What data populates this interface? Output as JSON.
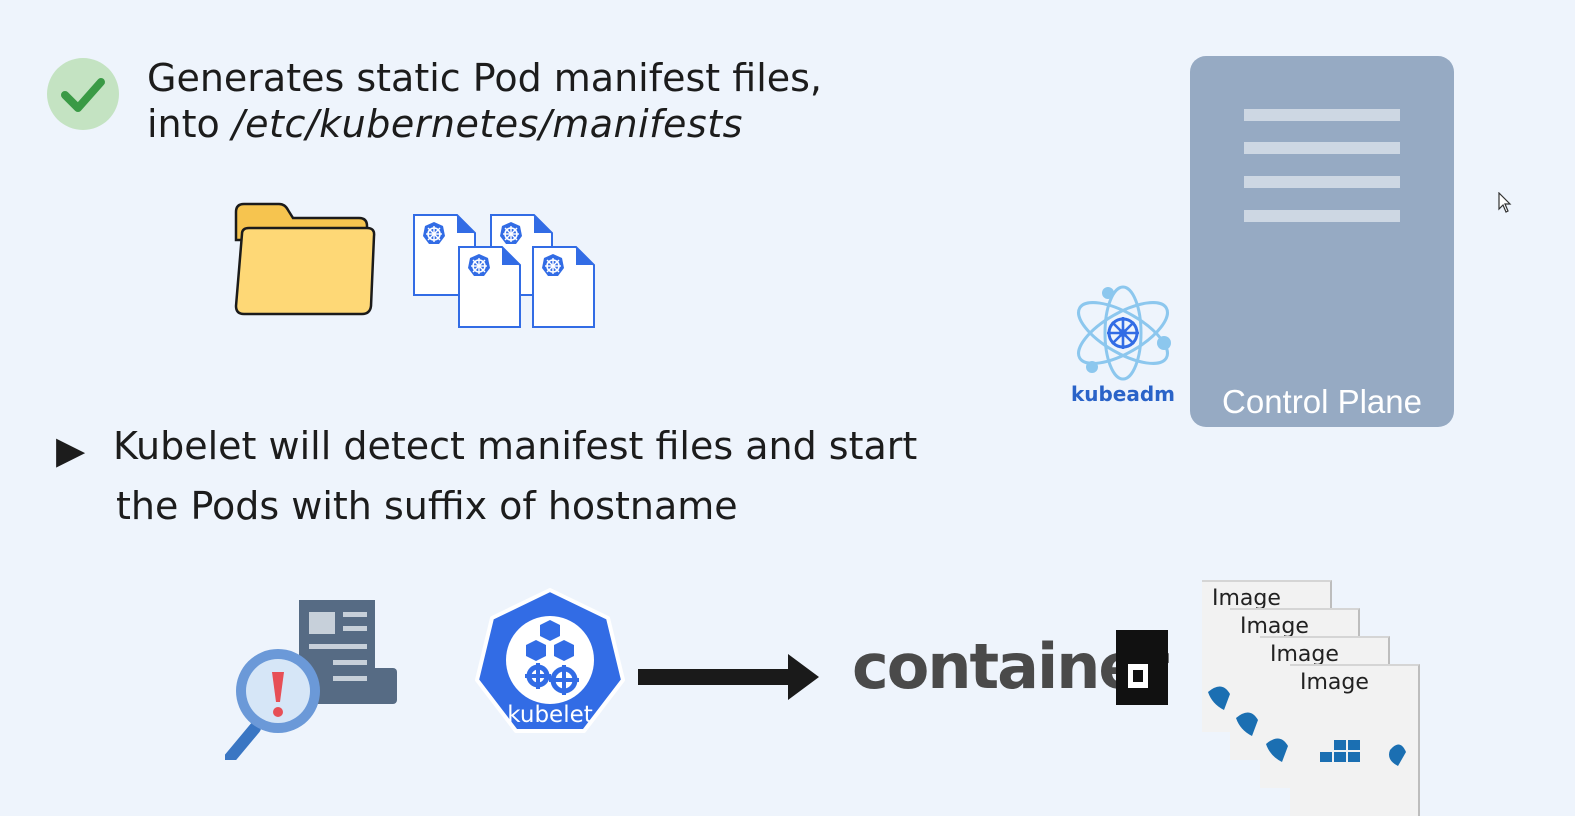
{
  "header": {
    "line1": "Generates static Pod manifest files,",
    "line2_prefix": "into ",
    "line2_path": "/etc/kubernetes/manifests"
  },
  "bullet": {
    "symbol": "▶",
    "line1": "Kubelet will detect manifest files and start",
    "line2": "the Pods with suffix of hostname"
  },
  "control_plane": {
    "label": "Control Plane"
  },
  "kubeadm": {
    "label": "kubeadm"
  },
  "kubelet": {
    "label": "kubelet"
  },
  "containerd": {
    "text": "container"
  },
  "images": {
    "labels": [
      "Image",
      "Image",
      "Image",
      "Image"
    ]
  },
  "colors": {
    "background": "#eef4fc",
    "check": "#3a9a45",
    "k8s_blue": "#326ce5",
    "folder": "#fcd772",
    "control_plane": "#96aac3"
  },
  "icons": [
    "check-icon",
    "folder-icon",
    "manifest-file-icon",
    "kubeadm-logo",
    "kubelet-logo",
    "search-alert-icon",
    "arrow-right-icon",
    "containerd-logo",
    "docker-image-icon",
    "mouse-cursor-icon"
  ]
}
